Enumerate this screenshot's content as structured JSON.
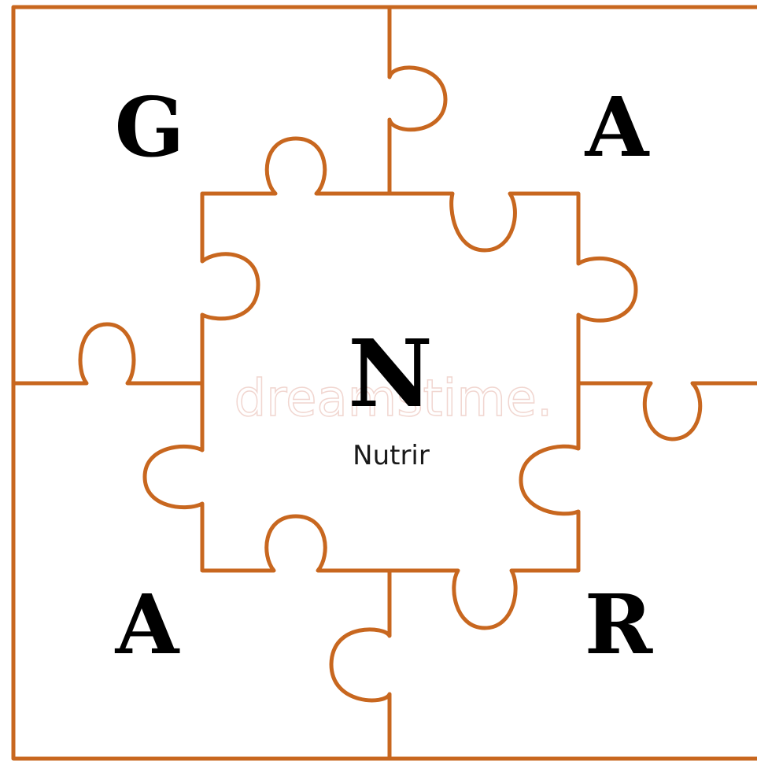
{
  "puzzle": {
    "outline_color": "#c8671f",
    "letters": {
      "top_left": "G",
      "top_right": "A",
      "bottom_left": "A",
      "bottom_right": "R",
      "center": "N"
    },
    "center_word": "Nutrir"
  },
  "watermark": {
    "text": "dreamstime."
  }
}
